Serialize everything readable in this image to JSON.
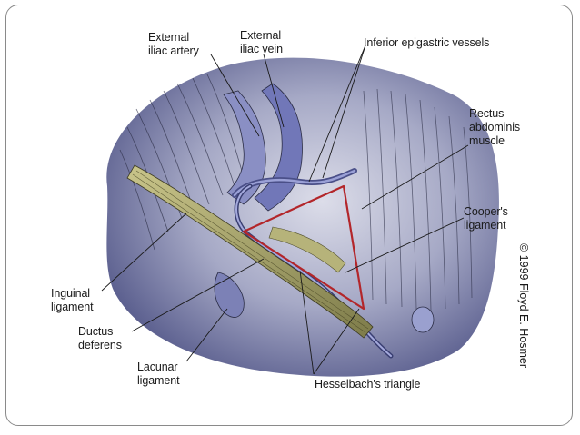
{
  "labels": {
    "external_iliac_artery": "External\niliac artery",
    "external_iliac_vein": "External\niliac vein",
    "inferior_epigastric_vessels": "Inferior epigastric vessels",
    "rectus_abdominis_muscle": "Rectus\nabdominis\nmuscle",
    "coopers_ligament": "Cooper's\nligament",
    "inguinal_ligament": "Inguinal\nligament",
    "ductus_deferens": "Ductus\ndeferens",
    "lacunar_ligament": "Lacunar\nligament",
    "hesselbachs_triangle": "Hesselbach's triangle"
  },
  "credit": "© 1999 Floyd E. Hosmer",
  "colors": {
    "background_tissue": "#7b7fa8",
    "vessel": "#6f75b8",
    "ligament": "#9c9a62",
    "triangle_outline": "#b3262a",
    "leader_line": "#1a1a1a"
  }
}
